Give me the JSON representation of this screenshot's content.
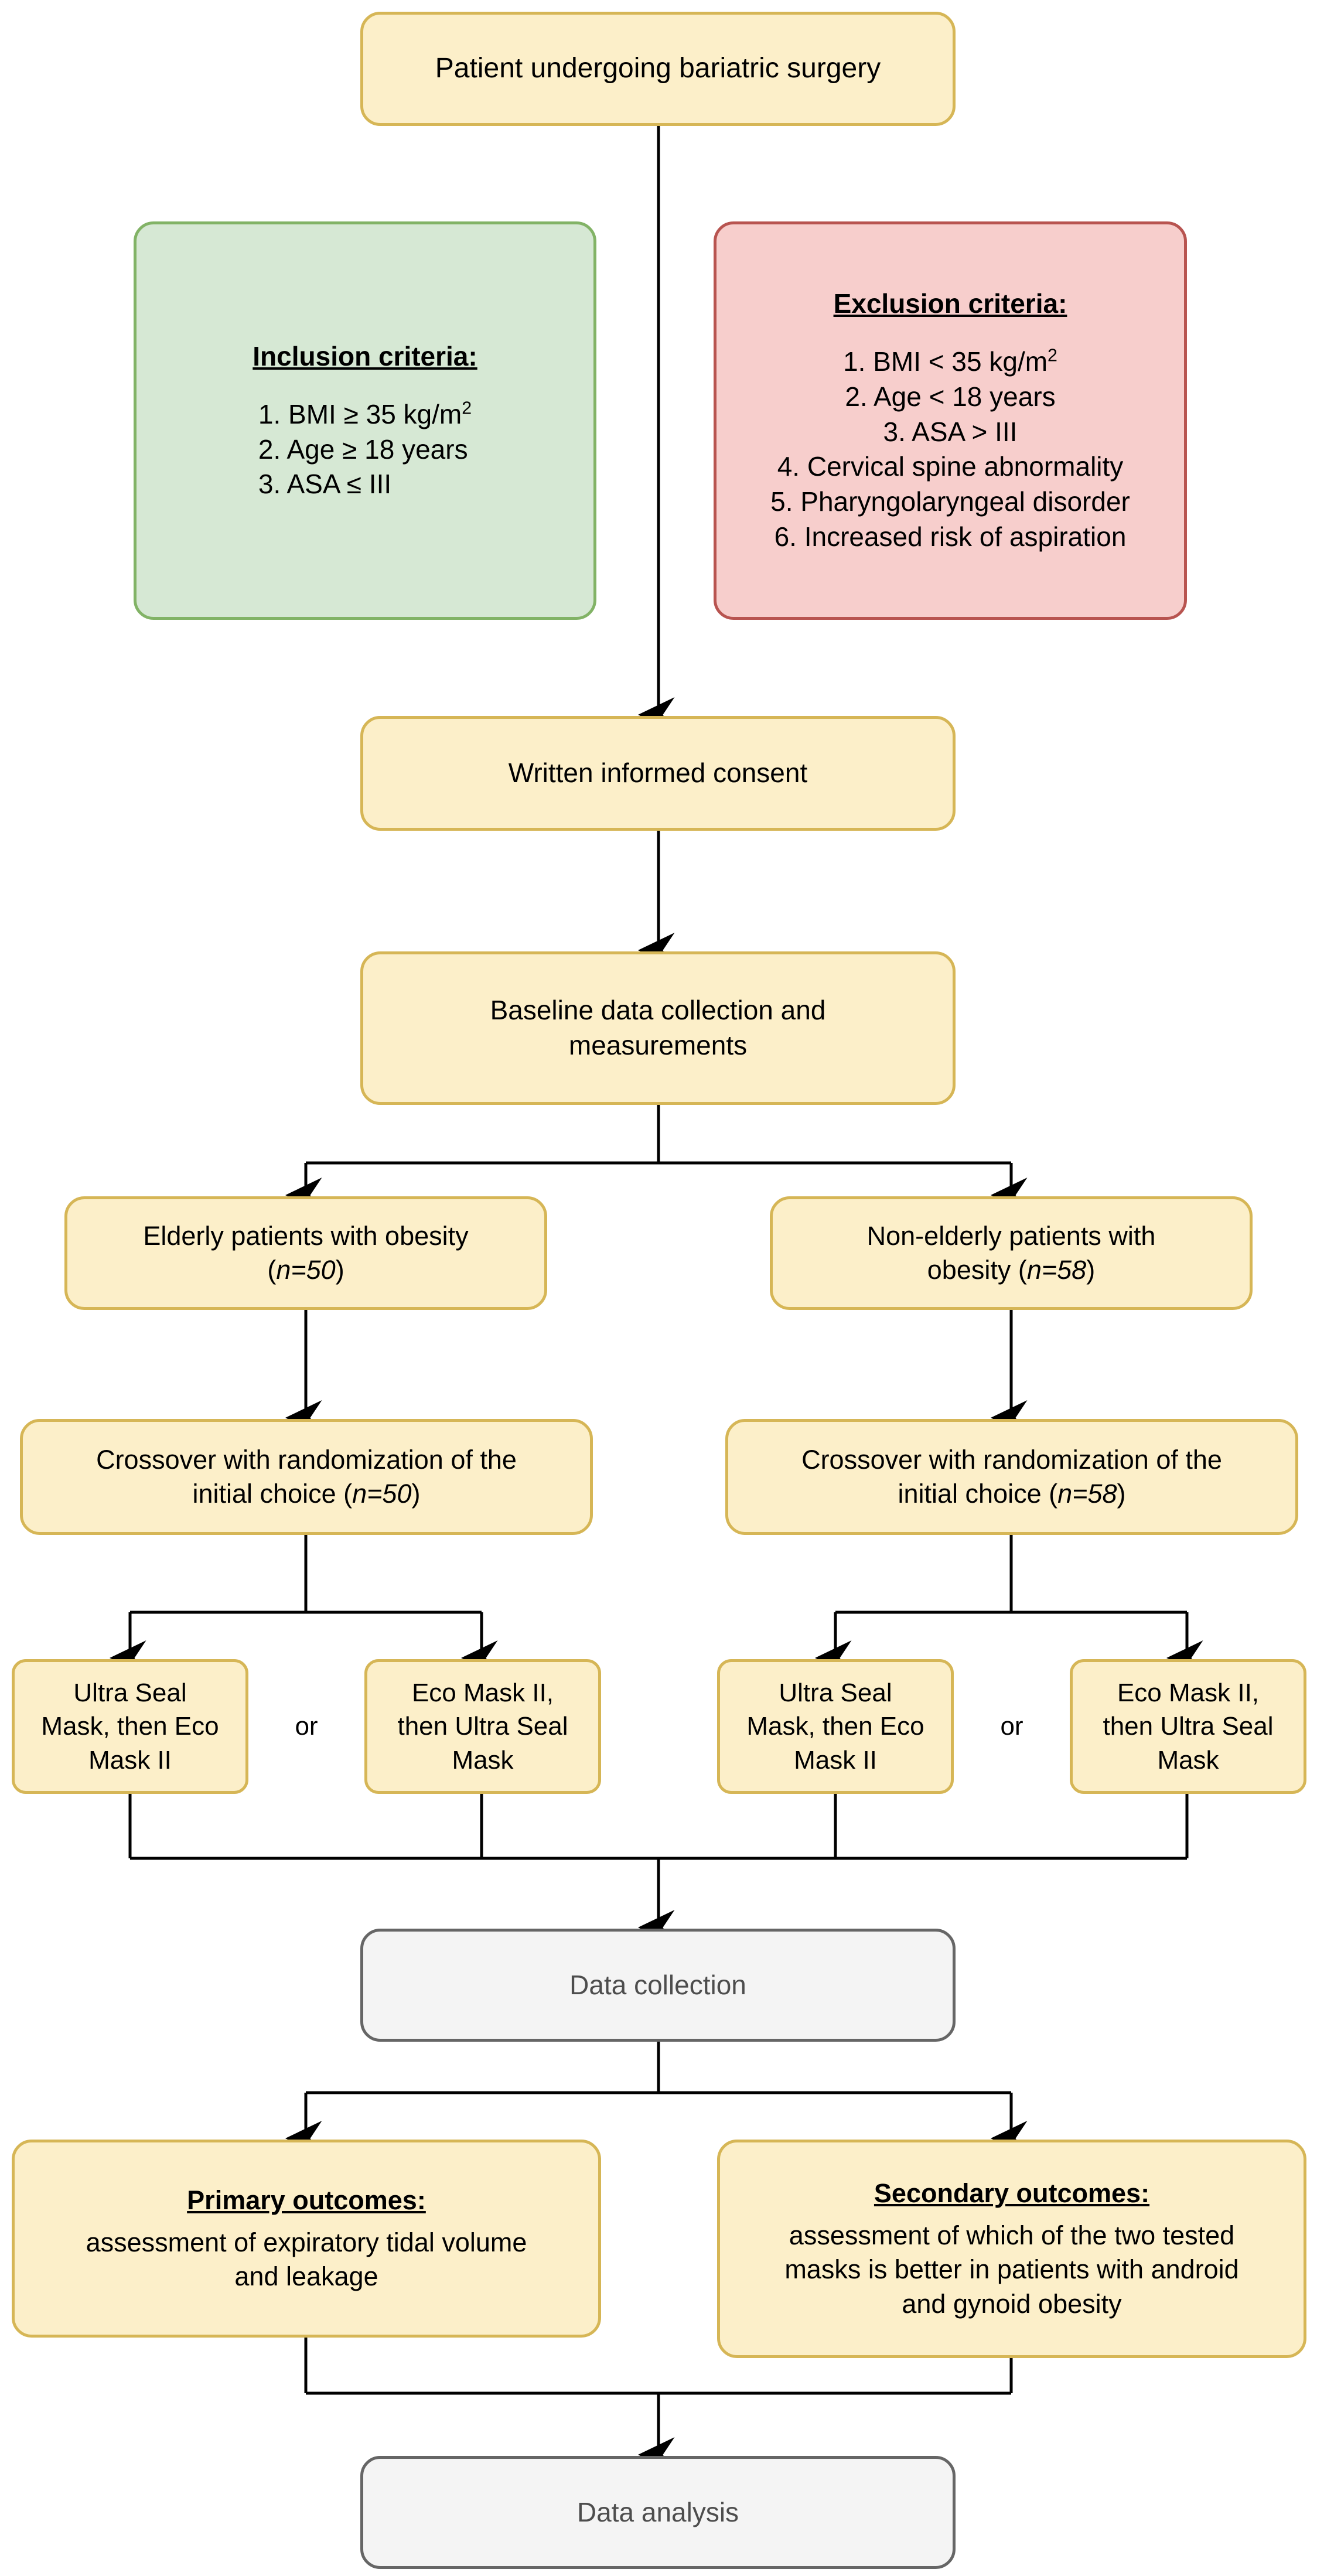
{
  "diagram": {
    "title": "Study flow diagram of bariatric surgery mask comparison trial",
    "colors": {
      "yellow_fill": "#FCEFC9",
      "yellow_border": "#D6B656",
      "green_fill": "#D6E8D4",
      "green_border": "#82B366",
      "pink_fill": "#F7CECC",
      "pink_border": "#B85450",
      "gray_fill": "#F4F4F4",
      "gray_border": "#666666",
      "gray_text": "#4D4D4D",
      "edge": "#000000"
    }
  },
  "nodes": {
    "start": {
      "label": "Patient undergoing bariatric surgery"
    },
    "inclusion": {
      "heading": "Inclusion criteria:",
      "items": [
        "1. BMI ≥ 35 kg/m",
        "2. Age ≥ 18 years",
        "3. ASA ≤ III"
      ],
      "superscript": "2"
    },
    "exclusion": {
      "heading": "Exclusion criteria:",
      "items": [
        "1. BMI < 35 kg/m",
        "2. Age < 18 years",
        "3. ASA > III",
        "4. Cervical spine abnormality",
        "5. Pharyngolaryngeal disorder",
        "6. Increased risk of aspiration"
      ],
      "superscript": "2"
    },
    "consent": {
      "label": "Written informed consent"
    },
    "baseline": {
      "line1": "Baseline data collection and",
      "line2": "measurements"
    },
    "elderly": {
      "line1": "Elderly patients with obesity",
      "line2_pre": "(",
      "line2_em": "n=50",
      "line2_post": ")"
    },
    "nonelderly": {
      "line1": "Non-elderly patients with",
      "line2_pre": "obesity (",
      "line2_em": "n=58",
      "line2_post": ")"
    },
    "crossover_left": {
      "line1": "Crossover with randomization of the",
      "line2_pre": "initial choice (",
      "line2_em": "n=50",
      "line2_post": ")"
    },
    "crossover_right": {
      "line1": "Crossover with randomization of the",
      "line2_pre": "initial choice (",
      "line2_em": "n=58",
      "line2_post": ")"
    },
    "mask_a1": {
      "line1": "Ultra Seal",
      "line2": "Mask, then Eco",
      "line3": "Mask II"
    },
    "mask_b1": {
      "line1": "Eco Mask II,",
      "line2": "then Ultra Seal",
      "line3": "Mask"
    },
    "mask_a2": {
      "line1": "Ultra Seal",
      "line2": "Mask, then Eco",
      "line3": "Mask II"
    },
    "mask_b2": {
      "line1": "Eco Mask II,",
      "line2": "then Ultra Seal",
      "line3": "Mask"
    },
    "or_left": {
      "label": "or"
    },
    "or_right": {
      "label": "or"
    },
    "data_collection": {
      "label": "Data collection"
    },
    "primary": {
      "heading": "Primary outcomes:",
      "line1": "assessment of expiratory tidal volume",
      "line2": "and leakage"
    },
    "secondary": {
      "heading": "Secondary outcomes:",
      "line1": "assessment of which of the two tested",
      "line2": "masks is better in patients with android",
      "line3": "and gynoid obesity"
    },
    "data_analysis": {
      "label": "Data analysis"
    }
  }
}
